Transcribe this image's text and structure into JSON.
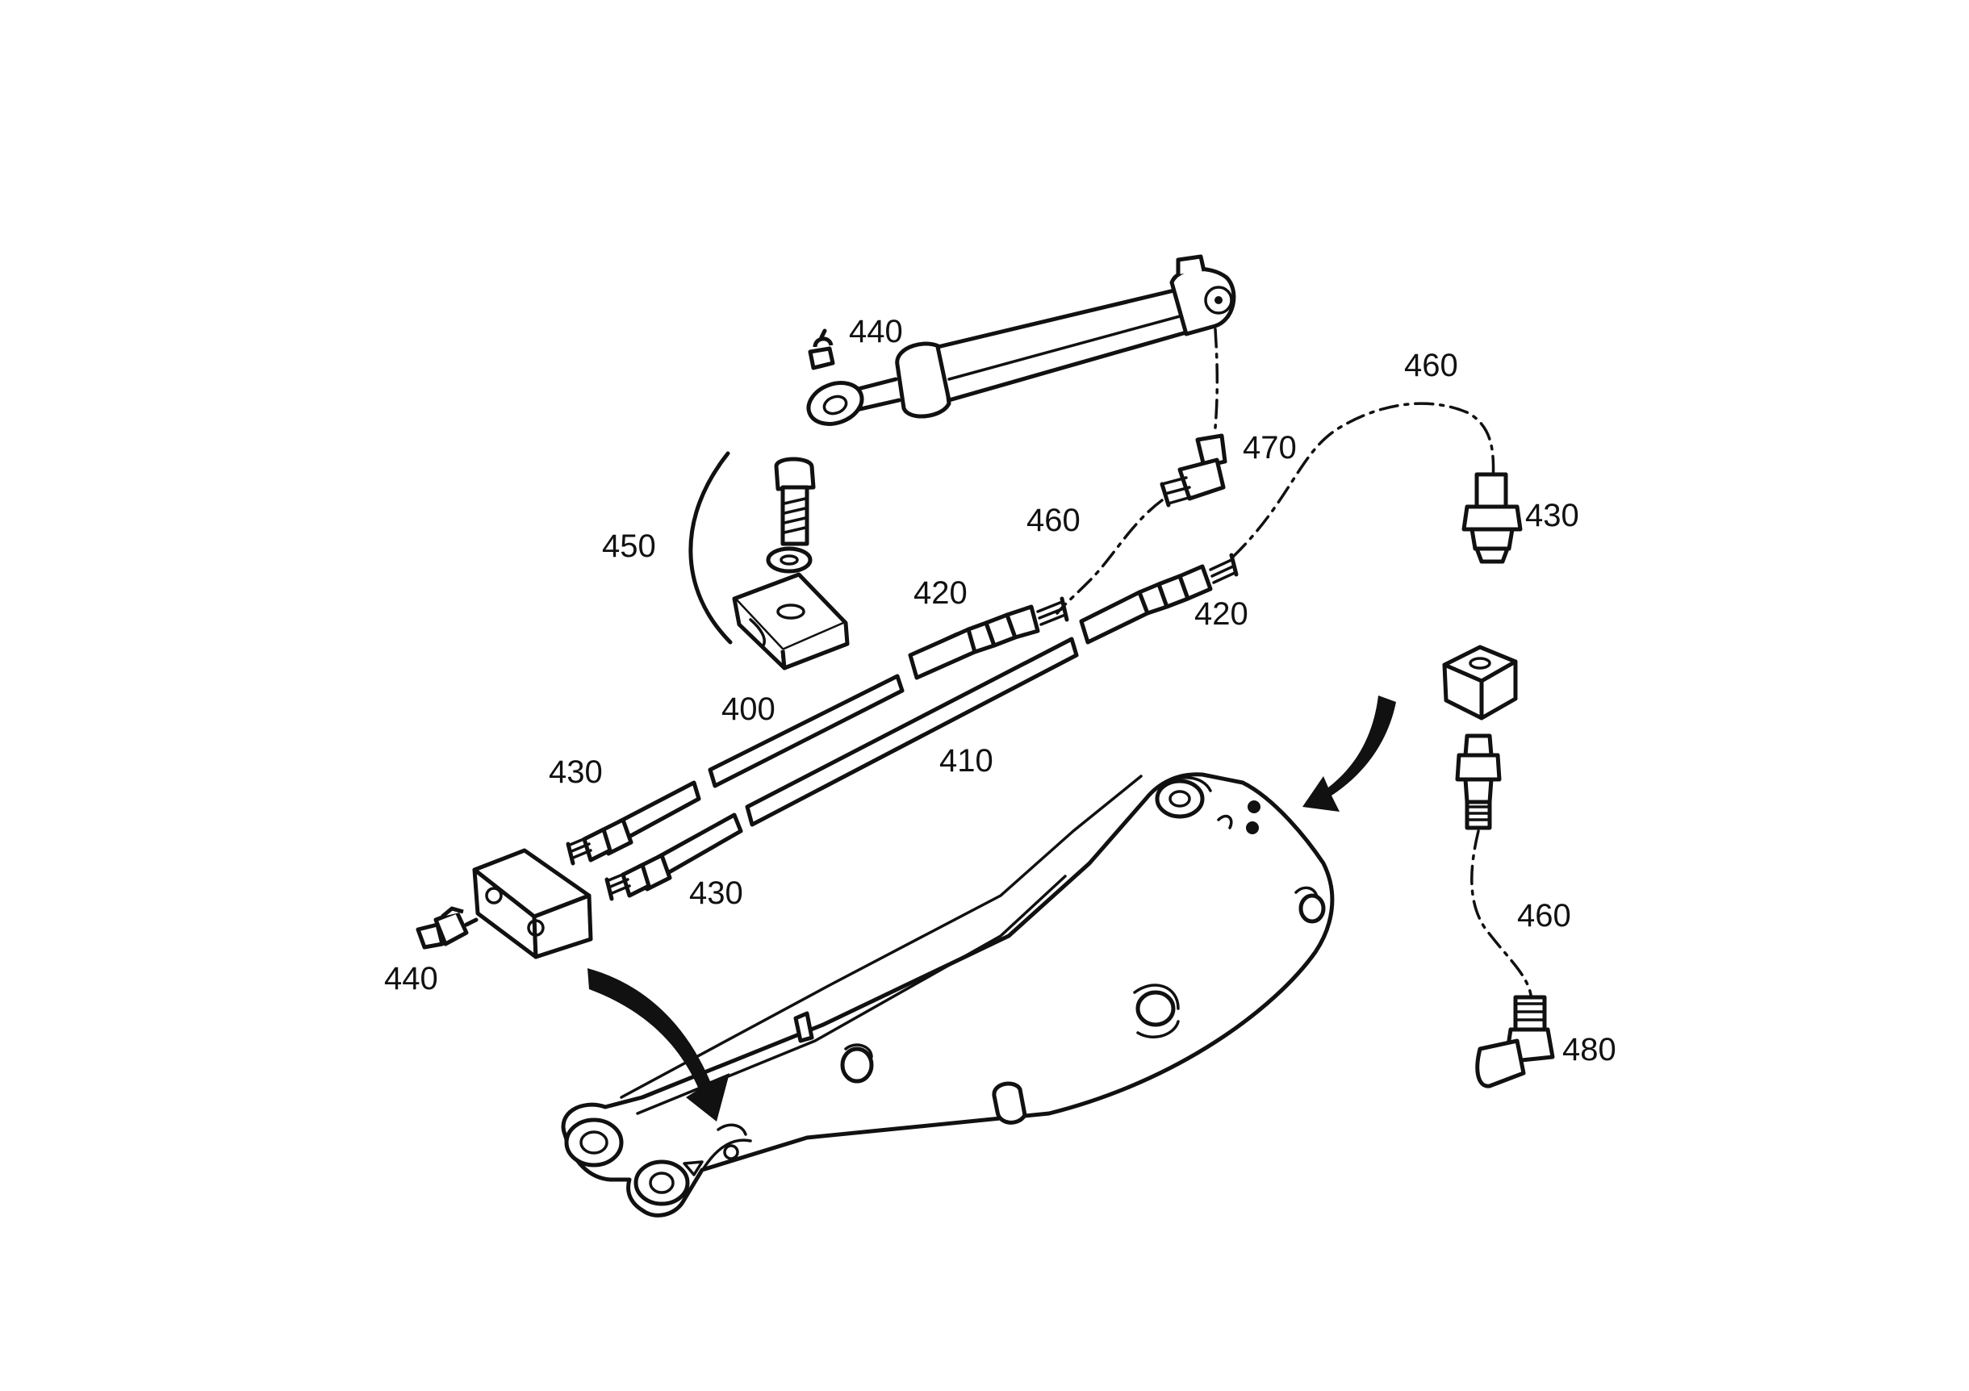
{
  "labels": {
    "l440a": "440",
    "l460a": "460",
    "l470": "470",
    "l430a": "430",
    "l450": "450",
    "l460b": "460",
    "l420a": "420",
    "l420b": "420",
    "l400": "400",
    "l430b": "430",
    "l410": "410",
    "l430c": "430",
    "l440b": "440",
    "l460c": "460",
    "l480": "480"
  }
}
